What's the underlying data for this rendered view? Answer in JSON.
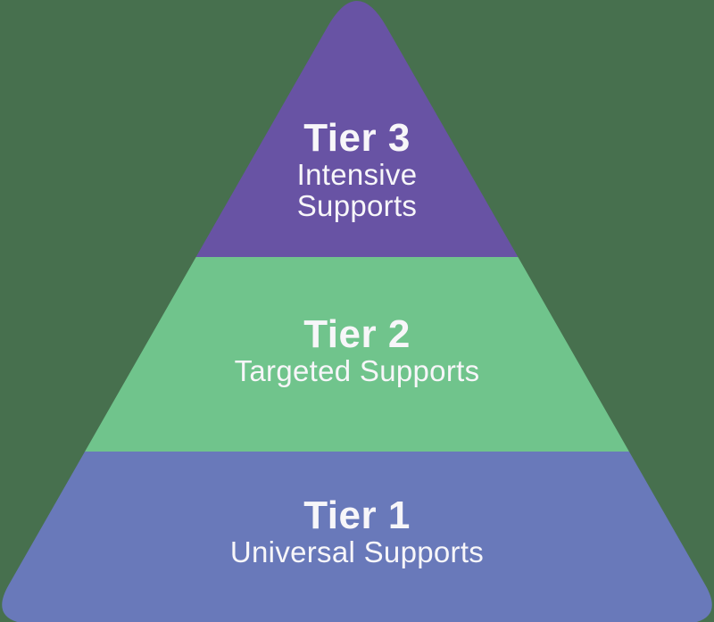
{
  "diagram": {
    "type": "pyramid",
    "background_color": "#47704E",
    "text_color": "#F7F6F9",
    "tiers": [
      {
        "id": "tier-3",
        "label": "Tier 3",
        "sublabel": "Intensive Supports",
        "color": "#6853A4",
        "position": "top"
      },
      {
        "id": "tier-2",
        "label": "Tier 2",
        "sublabel": "Targeted Supports",
        "color": "#70C48C",
        "position": "middle"
      },
      {
        "id": "tier-1",
        "label": "Tier 1",
        "sublabel": "Universal Supports",
        "color": "#6979BA",
        "position": "bottom"
      }
    ]
  }
}
